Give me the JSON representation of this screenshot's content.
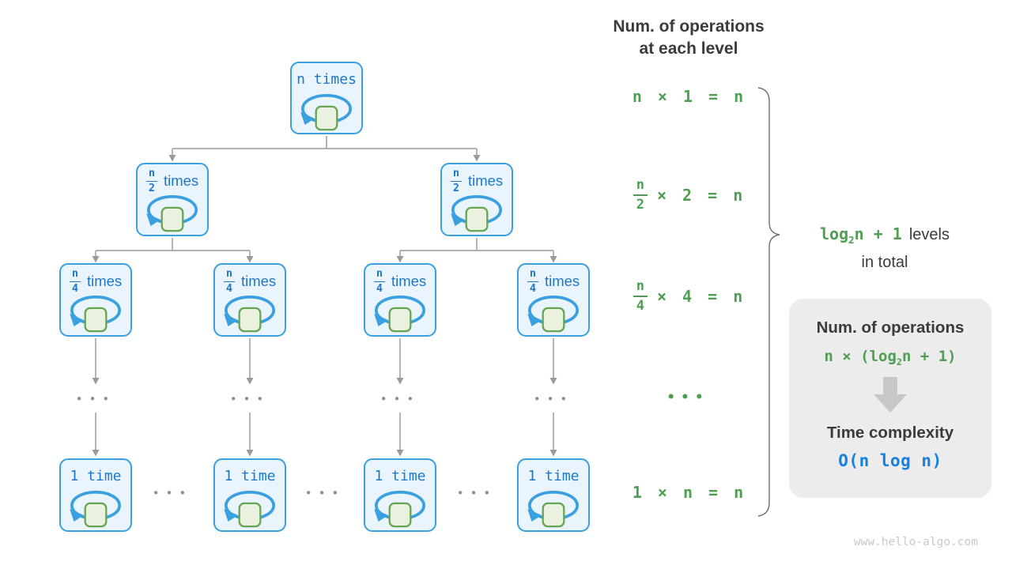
{
  "header": {
    "line1": "Num. of operations",
    "line2": "at each level"
  },
  "tree": {
    "root": {
      "label": "n times"
    },
    "level2": [
      {
        "num": "n",
        "den": "2",
        "word": "times"
      },
      {
        "num": "n",
        "den": "2",
        "word": "times"
      }
    ],
    "level3": [
      {
        "num": "n",
        "den": "4",
        "word": "times"
      },
      {
        "num": "n",
        "den": "4",
        "word": "times"
      },
      {
        "num": "n",
        "den": "4",
        "word": "times"
      },
      {
        "num": "n",
        "den": "4",
        "word": "times"
      }
    ],
    "bottom": [
      {
        "label": "1 time"
      },
      {
        "label": "1 time"
      },
      {
        "label": "1 time"
      },
      {
        "label": "1 time"
      }
    ],
    "ellipsis": "•••"
  },
  "equations": {
    "row1": "n × 1 = n",
    "row2": {
      "num": "n",
      "den": "2",
      "rest": "× 2 = n"
    },
    "row3": {
      "num": "n",
      "den": "4",
      "rest": "× 4 = n"
    },
    "dots": "•••",
    "row5": "1 × n = n"
  },
  "brace_note": {
    "formula_pre": "log",
    "formula_sub": "2",
    "formula_post": "n + 1",
    "text1": "levels",
    "text2": "in total"
  },
  "summary": {
    "ops_title": "Num. of operations",
    "ops_formula_pre": "n × (log",
    "ops_formula_sub": "2",
    "ops_formula_post": "n + 1)",
    "tc_title": "Time complexity",
    "tc_formula": "O(n log n)"
  },
  "watermark": "www.hello-algo.com",
  "colors": {
    "node_border": "#3aa0e0",
    "node_fill": "#e9f4fc",
    "node_text": "#1d78c8",
    "loop_square_fill": "#eaf2df",
    "loop_square_border": "#68a553",
    "green_text": "#4f9e53",
    "dark_text": "#3b3b3b",
    "blue_formula": "#1580e0",
    "connector_gray": "#a8a8a8",
    "box_bg": "#ececec",
    "watermark_gray": "#c9c9c9"
  }
}
